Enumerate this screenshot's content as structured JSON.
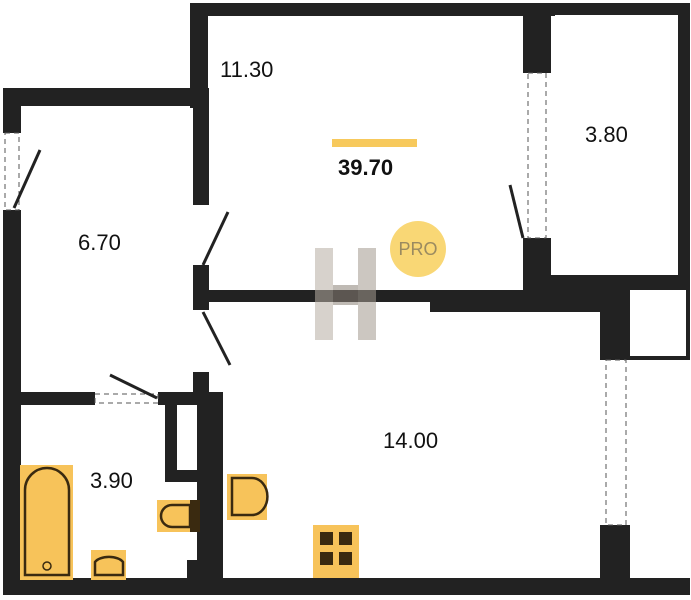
{
  "plan": {
    "total_area": "39.70",
    "badge": "PRO",
    "rooms": [
      {
        "name": "room-main-top",
        "area": "11.30"
      },
      {
        "name": "room-balcony",
        "area": "3.80"
      },
      {
        "name": "room-hallway",
        "area": "6.70"
      },
      {
        "name": "room-kitchen-living",
        "area": "14.00"
      },
      {
        "name": "room-bathroom",
        "area": "3.90"
      }
    ],
    "logo_text": "H"
  },
  "colors": {
    "wall": "#222222",
    "fixture": "#f7c35a",
    "accent": "#f7c95c"
  }
}
